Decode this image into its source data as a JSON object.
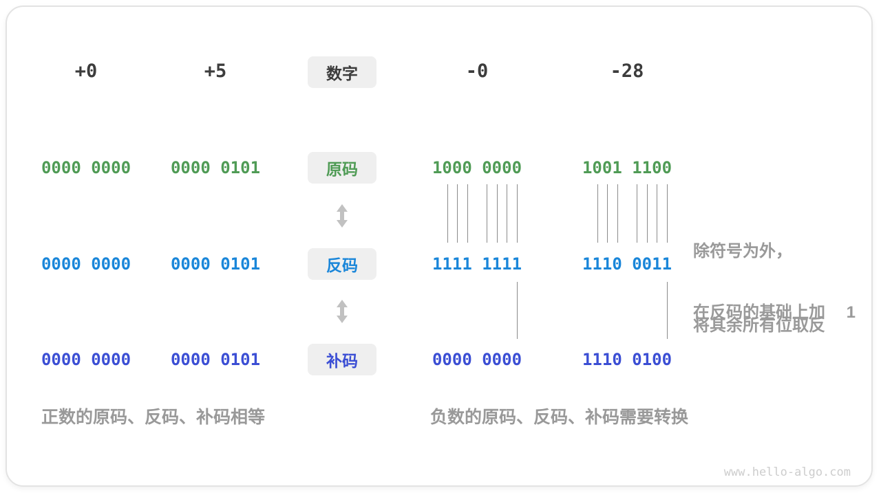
{
  "header": {
    "numbers": [
      {
        "label": "+0"
      },
      {
        "label": "+5"
      },
      {
        "label": "-0"
      },
      {
        "label": "-28"
      }
    ],
    "badge": "数字"
  },
  "rows": [
    {
      "name": "sign-magnitude",
      "badge": "原码",
      "color": "#4f9b55",
      "values": [
        "0000 0000",
        "0000 0101",
        "1000 0000",
        "1001 1100"
      ]
    },
    {
      "name": "ones-complement",
      "badge": "反码",
      "color": "#1a86d9",
      "values": [
        "0000 0000",
        "0000 0101",
        "1111 1111",
        "1110 0011"
      ]
    },
    {
      "name": "twos-complement",
      "badge": "补码",
      "color": "#3b4ed4",
      "values": [
        "0000 0000",
        "0000 0101",
        "0000 0000",
        "1110 0100"
      ]
    }
  ],
  "annotations": {
    "invert": {
      "line1": "除符号为外，",
      "line2": "将其余所有位取反"
    },
    "add_one": "在反码的基础上加  1"
  },
  "captions": {
    "positive": "正数的原码、反码、补码相等",
    "negative": "负数的原码、反码、补码需要转换"
  },
  "watermark": "www.hello-algo.com",
  "colors": {
    "sign_magnitude_green": "#4f9b55",
    "ones_complement_blue": "#1a86d9",
    "twos_complement_indigo": "#3b4ed4",
    "header_text": "#3c3c3c",
    "badge_background": "#efefef",
    "annotation_gray": "#999999",
    "connector_line_gray": "#8a8a8a",
    "arrow_gray": "#c1c1c1",
    "watermark_gray": "#cdcdcd",
    "card_border": "#e3e3e3"
  }
}
